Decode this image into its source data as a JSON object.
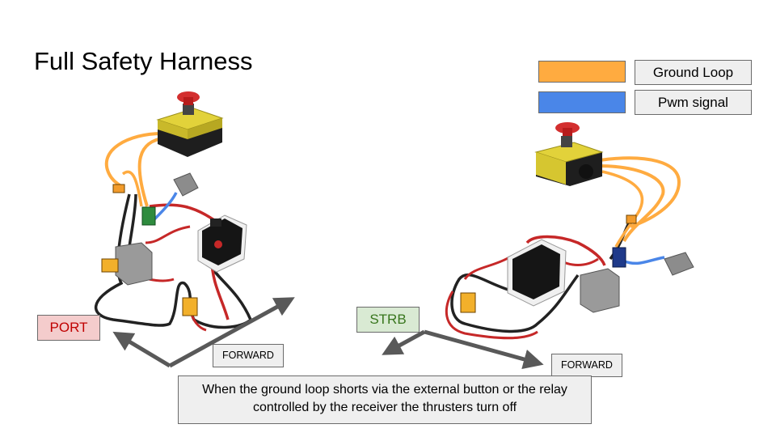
{
  "slide": {
    "title": "Full Safety Harness",
    "legend": [
      {
        "label": "Ground Loop",
        "color": "#ffab40"
      },
      {
        "label": "Pwm signal",
        "color": "#4a86e8"
      }
    ],
    "port_label": "PORT",
    "strb_label": "STRB",
    "forward_label_left": "FORWARD",
    "forward_label_right": "FORWARD",
    "note": "When the ground loop shorts via the external button or the relay controlled by the receiver the thrusters turn off"
  },
  "colors": {
    "ground_loop": "#ffab40",
    "pwm": "#4a86e8",
    "port_bg": "#f4cccc",
    "port_text": "#c00000",
    "strb_bg": "#d9ead3",
    "strb_text": "#38761d"
  }
}
